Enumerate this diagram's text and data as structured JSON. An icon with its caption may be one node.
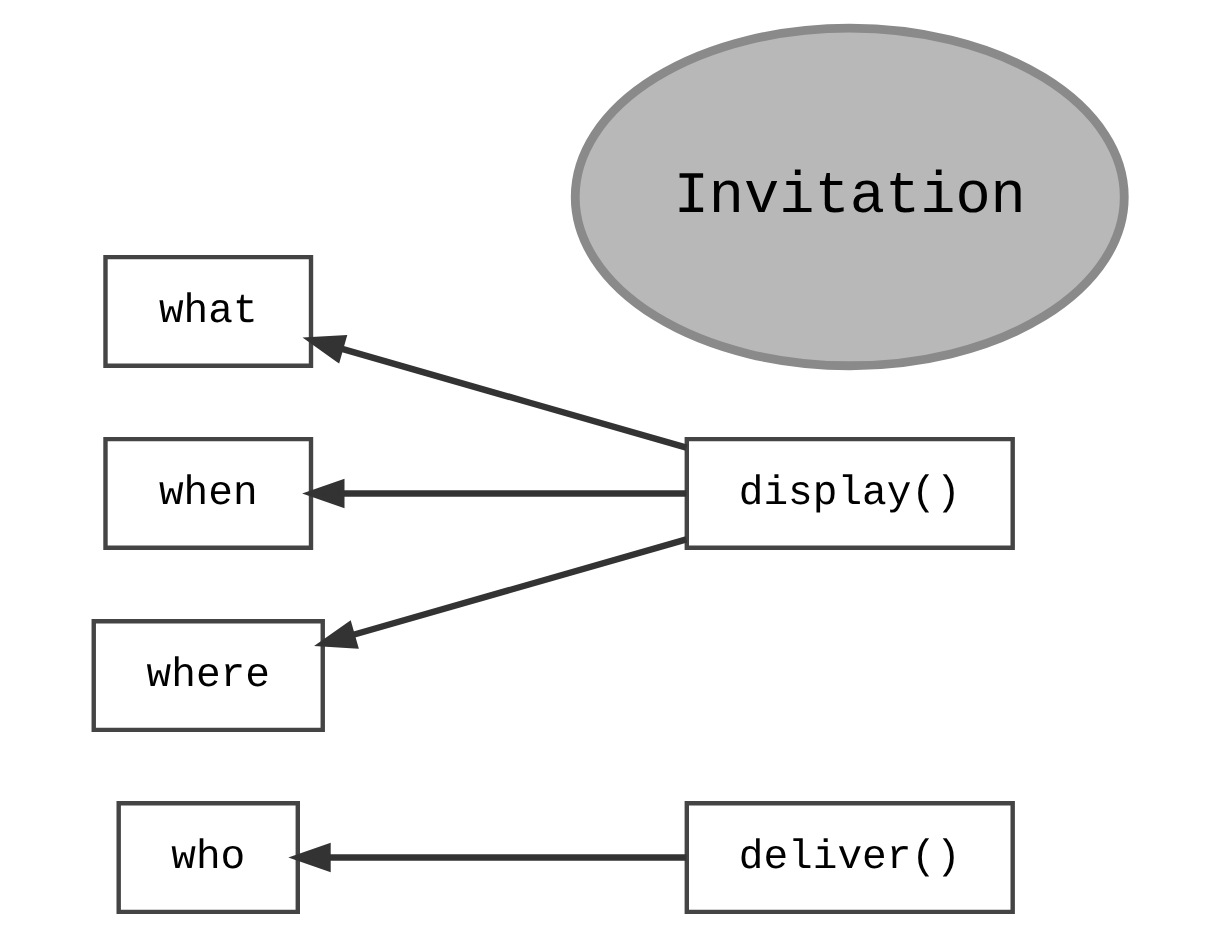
{
  "diagram": {
    "nodes": [
      {
        "text": [
          "who"
        ]
      },
      {
        "text": [
          "deliver()"
        ]
      },
      {
        "text": [
          "what"
        ]
      },
      {
        "text": [
          "Invitation"
        ]
      },
      {
        "text": [
          "when"
        ]
      },
      {
        "text": [
          "display()"
        ]
      },
      {
        "text": [
          "where"
        ]
      }
    ],
    "edges": [
      {
        "from": 1,
        "to": 0,
        "arrow": "to"
      },
      {
        "from": 5,
        "to": 2,
        "arrow": "to"
      },
      {
        "from": 5,
        "to": 4,
        "arrow": "to"
      },
      {
        "from": 5,
        "to": 6,
        "arrow": "to"
      }
    ]
  }
}
